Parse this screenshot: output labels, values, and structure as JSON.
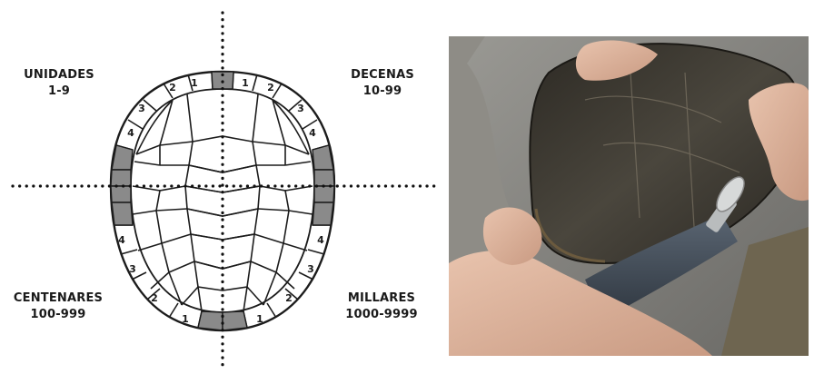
{
  "quadrants": {
    "top_left": {
      "label": "UNIDADES",
      "range": "1-9"
    },
    "top_right": {
      "label": "DECENAS",
      "range": "10-99"
    },
    "bottom_left": {
      "label": "CENTENARES",
      "range": "100-999"
    },
    "bottom_right": {
      "label": "MILLARES",
      "range": "1000-9999"
    }
  },
  "scute_numbers": {
    "top_left": [
      "1",
      "2",
      "3",
      "4"
    ],
    "top_right": [
      "1",
      "2",
      "3",
      "4"
    ],
    "bottom_left": [
      "4",
      "3",
      "2",
      "1"
    ],
    "bottom_right": [
      "4",
      "3",
      "2",
      "1"
    ]
  },
  "colors": {
    "marked_scute": "#8a8a8a",
    "outline": "#1c1c1c",
    "axis_dots": "#111111"
  },
  "photo": {
    "subject": "hand-held rotary tool notching the marginal scute of a turtle shell"
  }
}
